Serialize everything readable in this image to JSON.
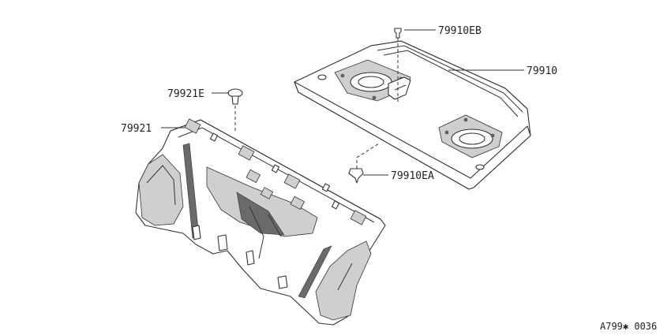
{
  "diagram": {
    "parts": [
      {
        "id": "part-79910",
        "label": "79910"
      },
      {
        "id": "part-79910EB",
        "label": "79910EB"
      },
      {
        "id": "part-79910EA",
        "label": "79910EA"
      },
      {
        "id": "part-79921E",
        "label": "79921E"
      },
      {
        "id": "part-79921",
        "label": "79921"
      }
    ],
    "reference_code": "A799✱ 0036"
  }
}
